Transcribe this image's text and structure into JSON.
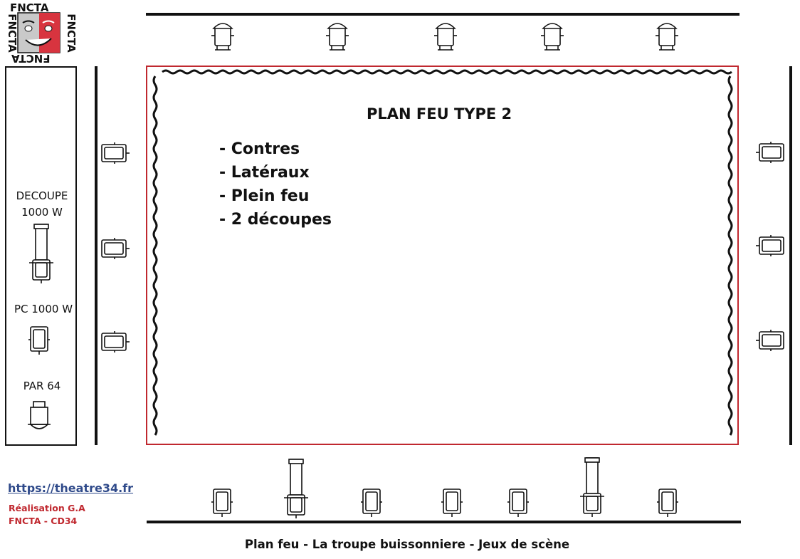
{
  "logo": {
    "text": "FNCTA"
  },
  "diagram": {
    "title": "PLAN FEU TYPE 2",
    "items": [
      "- Contres",
      "- Latéraux",
      "- Plein feu",
      "- 2 découpes"
    ]
  },
  "legend": {
    "decoupe_line1": "DECOUPE",
    "decoupe_line2": "1000 W",
    "pc": "PC 1000 W",
    "par": "PAR 64"
  },
  "footer": {
    "url": "https://theatre34.fr",
    "credit_line1": "Réalisation G.A",
    "credit_line2": "FNCTA - CD34",
    "caption": "Plan feu - La troupe buissonniere - Jeux de scène"
  },
  "colors": {
    "stage_border": "#c0282f",
    "link": "#2f4a8a",
    "credit": "#c0282f"
  }
}
